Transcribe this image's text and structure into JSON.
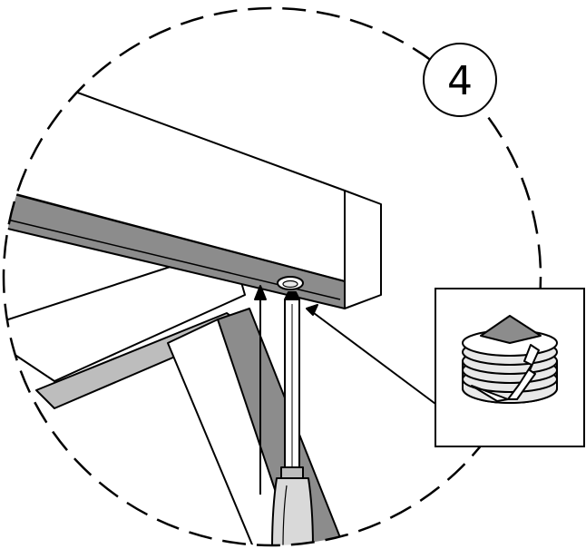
{
  "diagram": {
    "step_number": "4",
    "colors": {
      "line": "#000000",
      "background": "#ffffff",
      "light_gray": "#e8e8e8",
      "mid_gray": "#bdbdbd",
      "dark_gray": "#8c8c8c",
      "handle_gray": "#d9d9d9"
    },
    "parts": [
      "table-frame",
      "bracket-insert",
      "screwdriver"
    ]
  }
}
